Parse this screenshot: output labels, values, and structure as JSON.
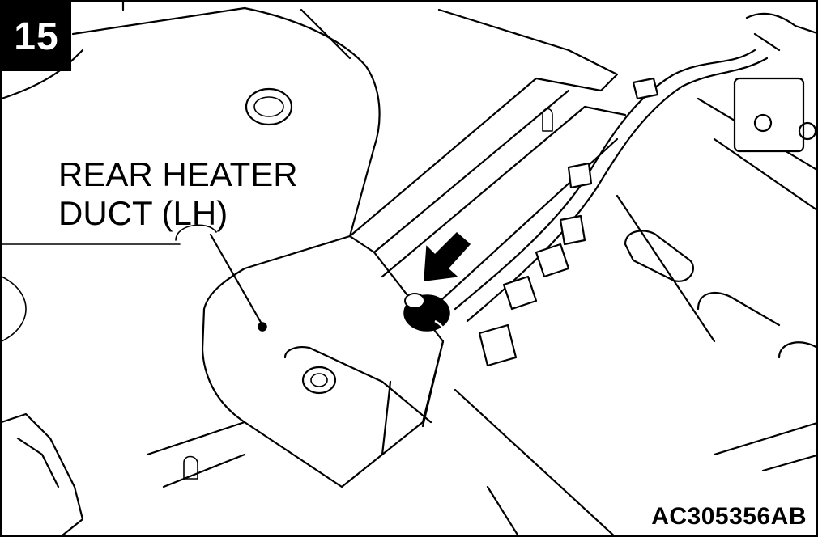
{
  "step_number": "15",
  "callout": {
    "line1": "REAR HEATER",
    "line2": "DUCT (LH)"
  },
  "figure_code": "AC305356AB",
  "colors": {
    "ink": "#000000",
    "paper": "#ffffff"
  },
  "icons": {
    "arrow": "arrow-down-left-icon",
    "fastener": "clip-fastener-icon"
  }
}
